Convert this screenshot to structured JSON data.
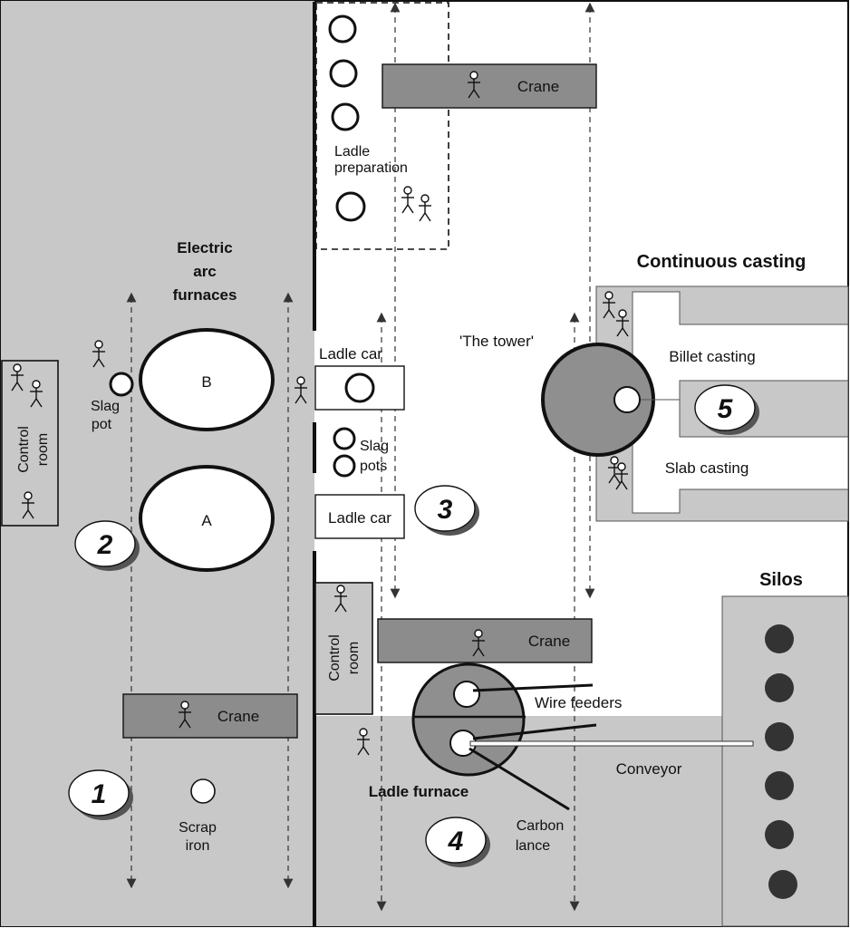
{
  "labels": {
    "electric_arc_furnaces": [
      "Electric",
      "arc",
      "furnaces"
    ],
    "furnace_b": "B",
    "furnace_a": "A",
    "slag_pot": [
      "Slag",
      "pot"
    ],
    "control_room_left": [
      "Control",
      "room"
    ],
    "crane_left": "Crane",
    "scrap_iron": [
      "Scrap",
      "iron"
    ],
    "ladle_preparation": [
      "Ladle",
      "preparation"
    ],
    "crane_top": "Crane",
    "ladle_car_top": "Ladle car",
    "slag_pots": [
      "Slag",
      "pots"
    ],
    "ladle_car_bottom": "Ladle car",
    "the_tower": "'The tower'",
    "control_room_mid": [
      "Control",
      "room"
    ],
    "crane_mid": "Crane",
    "wire_feeders": "Wire feeders",
    "ladle_furnace": "Ladle furnace",
    "carbon_lance": [
      "Carbon",
      "lance"
    ],
    "conveyor": "Conveyor",
    "continuous_casting": "Continuous casting",
    "billet_casting": "Billet casting",
    "slab_casting": "Slab casting",
    "silos": "Silos"
  },
  "step_numbers": [
    "1",
    "2",
    "3",
    "4",
    "5"
  ],
  "colors": {
    "floor_gray": "#c8c8c8",
    "crane_gray": "#8c8c8c",
    "ladle_gray": "#8f8f8f",
    "silo_fill": "#333333",
    "outline": "#111111"
  },
  "icons": [
    "person-icon",
    "ladle-circle",
    "silo-circle",
    "step-badge"
  ]
}
